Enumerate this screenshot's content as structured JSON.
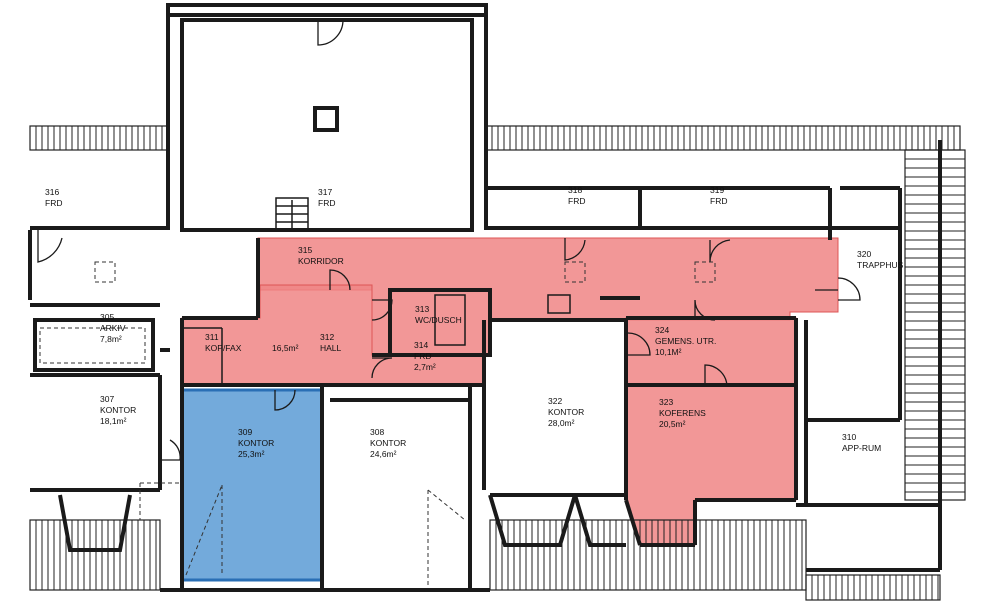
{
  "colors": {
    "highlight_red": "#f08585",
    "highlight_blue": "#5b9bd5",
    "wall": "#1a1a1a"
  },
  "rooms": [
    {
      "id": "r316",
      "number": "316",
      "name": "FRD",
      "area": ""
    },
    {
      "id": "r317",
      "number": "317",
      "name": "FRD",
      "area": ""
    },
    {
      "id": "r318",
      "number": "318",
      "name": "FRD",
      "area": ""
    },
    {
      "id": "r319",
      "number": "319",
      "name": "FRD",
      "area": ""
    },
    {
      "id": "r320",
      "number": "320",
      "name": "TRAPPHUS",
      "area": ""
    },
    {
      "id": "r315",
      "number": "315",
      "name": "KORRIDOR",
      "area": ""
    },
    {
      "id": "r305",
      "number": "305",
      "name": "ARKIV",
      "area": "7,8m²"
    },
    {
      "id": "r311",
      "number": "311",
      "name": "KOP/FAX",
      "area": ""
    },
    {
      "id": "r312",
      "number": "312",
      "name": "HALL",
      "area": "16,5m²"
    },
    {
      "id": "r313",
      "number": "313",
      "name": "WC/DUSCH",
      "area": ""
    },
    {
      "id": "r314",
      "number": "314",
      "name": "FRD",
      "area": "2,7m²"
    },
    {
      "id": "r307",
      "number": "307",
      "name": "KONTOR",
      "area": "18,1m²"
    },
    {
      "id": "r309",
      "number": "309",
      "name": "KONTOR",
      "area": "25,3m²"
    },
    {
      "id": "r308",
      "number": "308",
      "name": "KONTOR",
      "area": "24,6m²"
    },
    {
      "id": "r322",
      "number": "322",
      "name": "KONTOR",
      "area": "28,0m²"
    },
    {
      "id": "r324",
      "number": "324",
      "name": "GEMENS. UTR.",
      "area": "10,1M²"
    },
    {
      "id": "r323",
      "number": "323",
      "name": "KOFERENS",
      "area": "20,5m²"
    },
    {
      "id": "r310",
      "number": "310",
      "name": "APP-RUM",
      "area": ""
    }
  ]
}
